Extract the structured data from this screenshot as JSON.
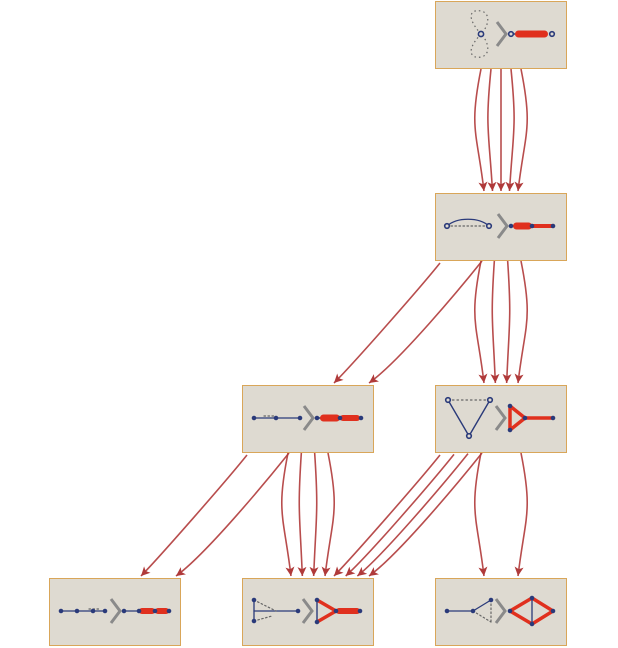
{
  "colors": {
    "background": "#ffffff",
    "node_fill": "#dedad1",
    "node_border": "#d9a659",
    "edge": "#b03a3a",
    "graph_blue": "#2a3a7a",
    "graph_red": "#e0301e",
    "graph_gray": "#888888",
    "dotted": "#666666",
    "chevron": "#8a8a8a"
  },
  "diagram": {
    "type": "multiway-evolution-graph",
    "levels": 4,
    "nodes": [
      {
        "id": "n1",
        "level": 0,
        "icon": "self-loop-rule-icon"
      },
      {
        "id": "n2",
        "level": 1,
        "icon": "arc-rule-icon"
      },
      {
        "id": "n3",
        "level": 2,
        "icon": "path-rule-icon"
      },
      {
        "id": "n4",
        "level": 2,
        "icon": "triangle-rule-icon"
      },
      {
        "id": "n5",
        "level": 3,
        "icon": "long-path-rule-icon"
      },
      {
        "id": "n6",
        "level": 3,
        "icon": "triangle-path-rule-icon"
      },
      {
        "id": "n7",
        "level": 3,
        "icon": "diamond-rule-icon"
      }
    ],
    "edges": [
      {
        "from": "n1",
        "to": "n2",
        "count": 5
      },
      {
        "from": "n2",
        "to": "n3",
        "count": 2
      },
      {
        "from": "n2",
        "to": "n4",
        "count": 4
      },
      {
        "from": "n3",
        "to": "n5",
        "count": 2
      },
      {
        "from": "n3",
        "to": "n6",
        "count": 4
      },
      {
        "from": "n4",
        "to": "n6",
        "count": 4
      },
      {
        "from": "n4",
        "to": "n7",
        "count": 2
      }
    ]
  }
}
